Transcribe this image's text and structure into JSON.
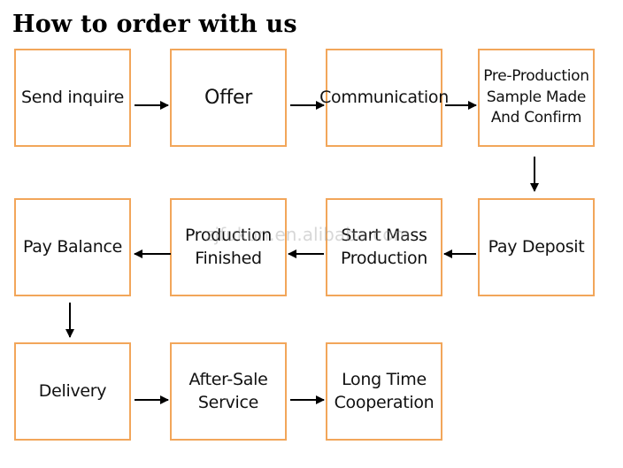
{
  "title": "How to order with us",
  "watermark": "zjfukun.en.alibaba.com",
  "colors": {
    "box_border": "#f2a65a",
    "text": "#111111",
    "arrow": "#000000"
  },
  "steps": [
    {
      "id": "send-inquire",
      "label": "Send inquire"
    },
    {
      "id": "offer",
      "label": "Offer"
    },
    {
      "id": "communication",
      "label": "Communication"
    },
    {
      "id": "pre-production",
      "label": "Pre-Production\nSample Made\nAnd Confirm"
    },
    {
      "id": "pay-deposit",
      "label": "Pay Deposit"
    },
    {
      "id": "start-mass-production",
      "label": "Start Mass\nProduction"
    },
    {
      "id": "production-finished",
      "label": "Production\nFinished"
    },
    {
      "id": "pay-balance",
      "label": "Pay Balance"
    },
    {
      "id": "delivery",
      "label": "Delivery"
    },
    {
      "id": "after-sale-service",
      "label": "After-Sale\nService"
    },
    {
      "id": "long-time-cooperation",
      "label": "Long Time\nCooperation"
    }
  ],
  "flow": [
    [
      "send-inquire",
      "offer"
    ],
    [
      "offer",
      "communication"
    ],
    [
      "communication",
      "pre-production"
    ],
    [
      "pre-production",
      "pay-deposit"
    ],
    [
      "pay-deposit",
      "start-mass-production"
    ],
    [
      "start-mass-production",
      "production-finished"
    ],
    [
      "production-finished",
      "pay-balance"
    ],
    [
      "pay-balance",
      "delivery"
    ],
    [
      "delivery",
      "after-sale-service"
    ],
    [
      "after-sale-service",
      "long-time-cooperation"
    ]
  ]
}
